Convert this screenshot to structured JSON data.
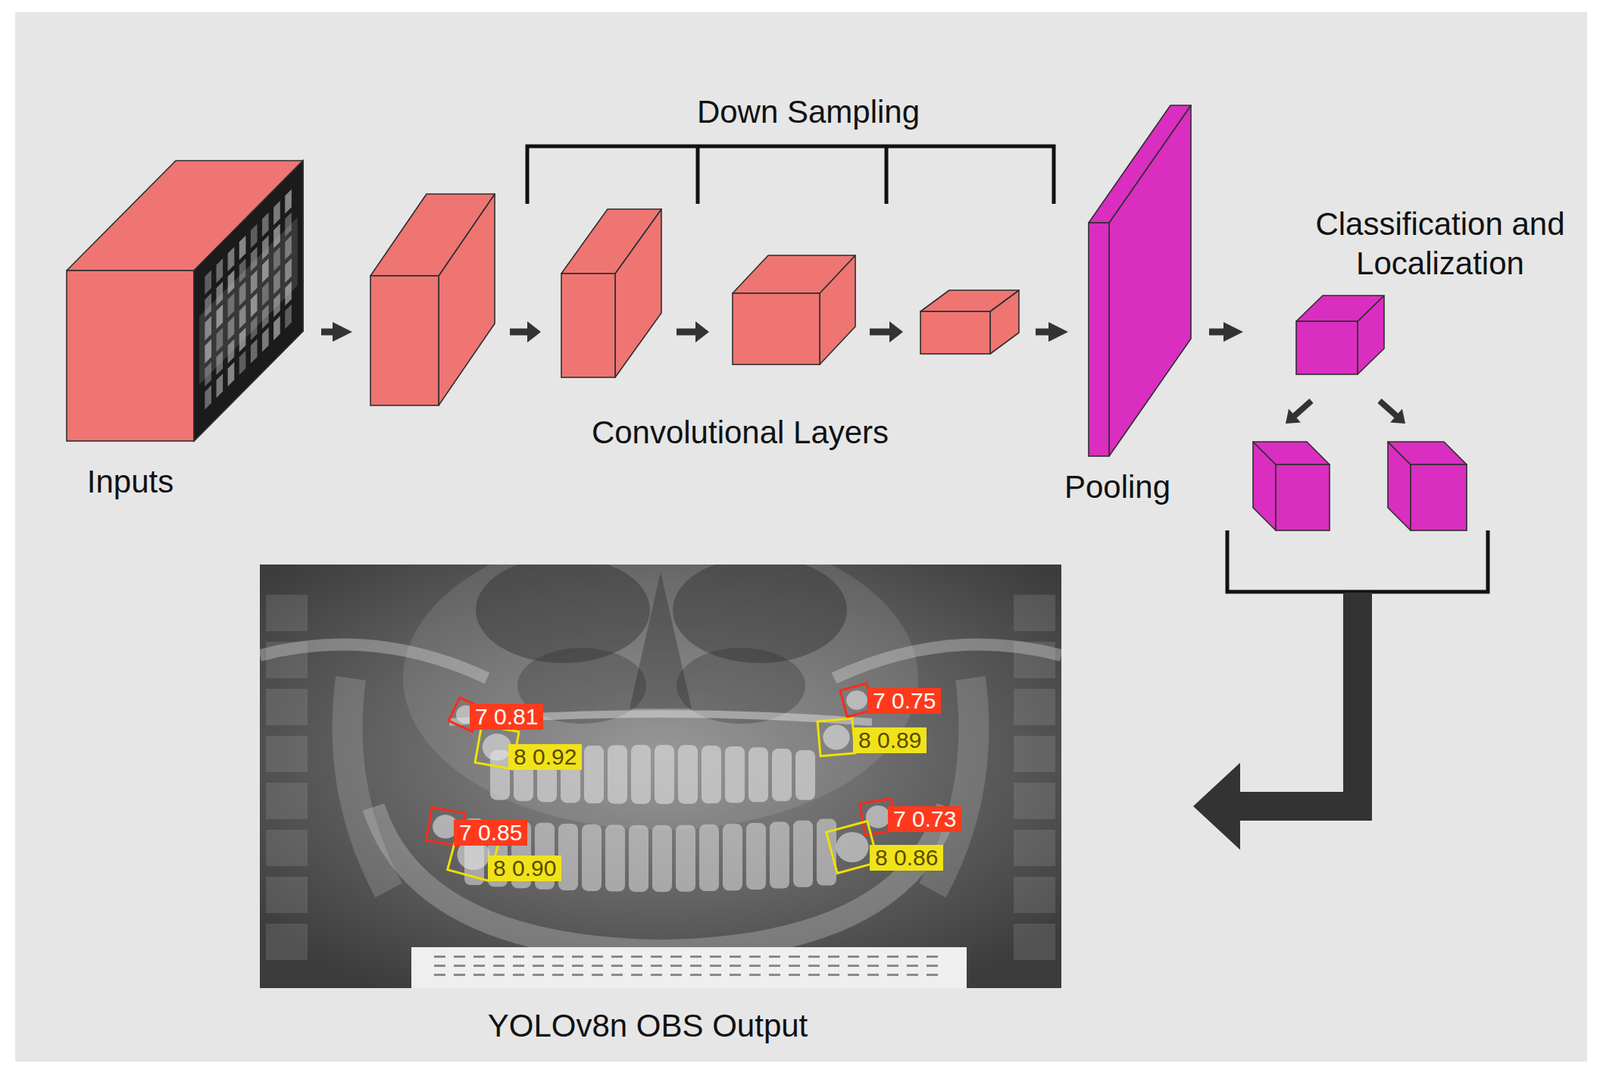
{
  "diagram": {
    "nodes": [
      {
        "text": [
          "Inputs"
        ]
      },
      {
        "text": [
          "Convolutional Layers"
        ]
      },
      {
        "text": [
          "Pooling"
        ]
      },
      {
        "text": [
          "Classification and Localization"
        ]
      },
      {
        "text": [
          "YOLOv8n OBS Output"
        ]
      }
    ],
    "edges": [
      {
        "from": 0,
        "to": 1,
        "arrow": "to"
      },
      {
        "from": 1,
        "to": 2,
        "arrow": "to"
      },
      {
        "from": 2,
        "to": 3,
        "arrow": "to"
      },
      {
        "from": 3,
        "to": 4,
        "arrow": "to"
      }
    ],
    "labels": [
      "Down Sampling",
      "7 0.81",
      "8 0.92",
      "7 0.75",
      "8 0.89",
      "7 0.85",
      "8 0.90",
      "7 0.73",
      "8 0.86"
    ]
  }
}
